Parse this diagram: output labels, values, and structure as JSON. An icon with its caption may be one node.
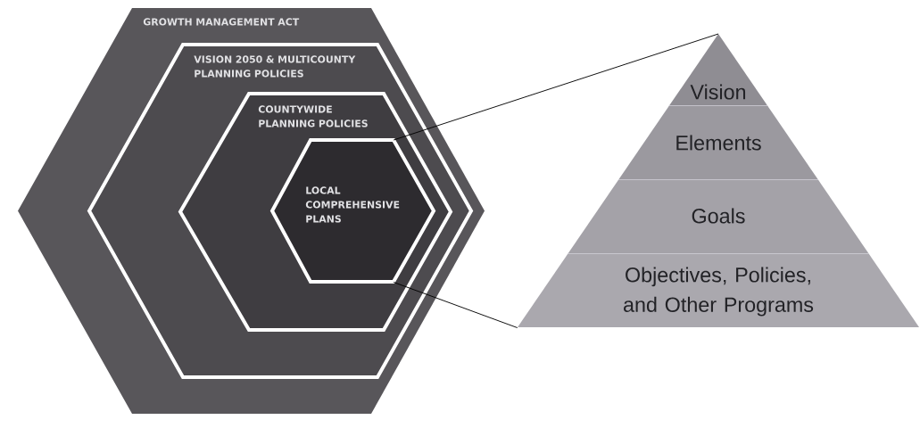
{
  "diagram": {
    "nodes": [
      {
        "text": [
          "GROWTH MANAGEMENT ACT"
        ]
      },
      {
        "text": [
          "VISION 2050 & MULTICOUNTY PLANNING POLICIES"
        ],
        "in": 0
      },
      {
        "text": [
          "COUNTYWIDE PLANNING POLICIES"
        ],
        "in": 1
      },
      {
        "text": [
          "LOCAL COMPREHENSIVE PLANS"
        ],
        "in": 2
      },
      {
        "text": [
          "Vision"
        ]
      },
      {
        "text": [
          "Elements"
        ]
      },
      {
        "text": [
          "Goals"
        ]
      },
      {
        "text": [
          "Objectives, Policies, and Other Programs"
        ]
      }
    ],
    "edges": [
      {
        "from": 3,
        "to": 4,
        "arrow": "none"
      },
      {
        "from": 3,
        "to": 7,
        "arrow": "none"
      }
    ]
  }
}
